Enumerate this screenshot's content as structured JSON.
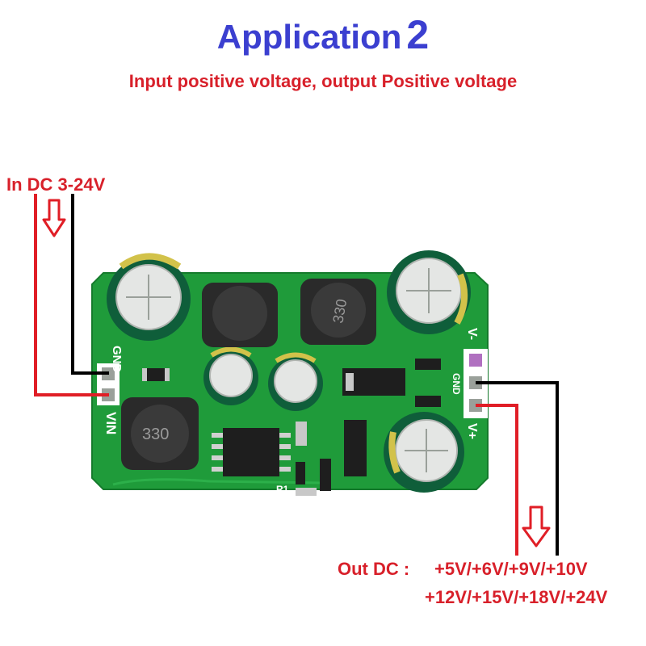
{
  "title": {
    "text": "Application",
    "number": "2"
  },
  "subtitle": "Input positive voltage, output Positive voltage",
  "input": {
    "label": "In DC 3-24V"
  },
  "output": {
    "prefix": "Out DC :",
    "line1": "+5V/+6V/+9V/+10V",
    "line2": "+12V/+15V/+18V/+24V"
  },
  "board": {
    "silk_gnd_left": "GND",
    "silk_vin": "VIN",
    "silk_v_minus": "V-",
    "silk_gnd_right": "GND",
    "silk_v_plus": "V+",
    "silk_r1": "R1",
    "inductor_marking": "330"
  },
  "colors": {
    "title_blue": "#3b3fd0",
    "label_red": "#d8202a",
    "wire_red": "#e01e26",
    "wire_black": "#000000",
    "pcb_green": "#1f9b3a"
  }
}
